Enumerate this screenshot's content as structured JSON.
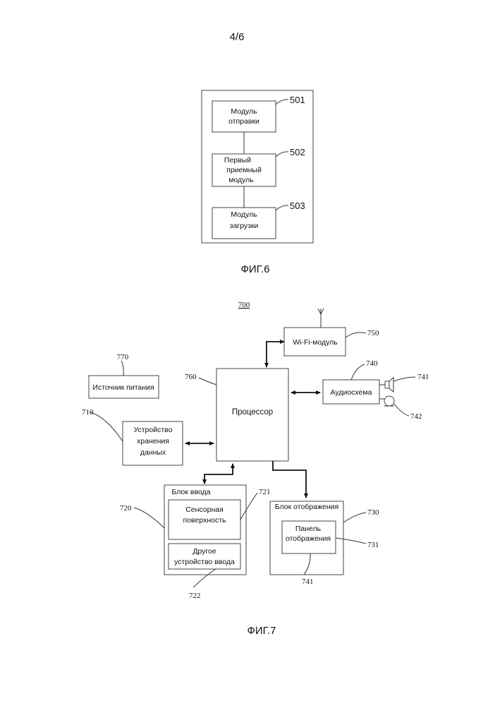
{
  "page_number": "4/6",
  "fig6": {
    "caption": "ФИГ.6",
    "modules": [
      {
        "line1": "Модуль",
        "line2": "отправки",
        "line3": "",
        "ref": "501"
      },
      {
        "line1": "Первый",
        "line2": "приемный",
        "line3": "модуль",
        "ref": "502"
      },
      {
        "line1": "Модуль",
        "line2": "загрузки",
        "line3": "",
        "ref": "503"
      }
    ]
  },
  "fig7": {
    "caption": "ФИГ.7",
    "ref": "700",
    "wifi": {
      "label": "Wi-Fi-модуль",
      "ref": "750"
    },
    "power": {
      "label": "Источник питания",
      "ref": "770"
    },
    "processor": {
      "label": "Процессор",
      "ref": "760"
    },
    "audio": {
      "label": "Аудиосхема",
      "ref": "740",
      "speaker_ref": "741",
      "mic_ref": "742"
    },
    "storage": {
      "line1": "Устройство",
      "line2": "хранения",
      "line3": "данных",
      "ref": "710"
    },
    "input": {
      "label": "Блок ввода",
      "ref": "720",
      "touch": {
        "line1": "Сенсорная",
        "line2": "поверхность",
        "ref": "721"
      },
      "other": {
        "line1": "Другое",
        "line2": "устройство ввода",
        "ref": "722"
      }
    },
    "display": {
      "label": "Блок отображения",
      "ref": "730",
      "panel": {
        "line1": "Панель",
        "line2": "отображения",
        "ref": "731",
        "ref2": "741"
      }
    }
  }
}
